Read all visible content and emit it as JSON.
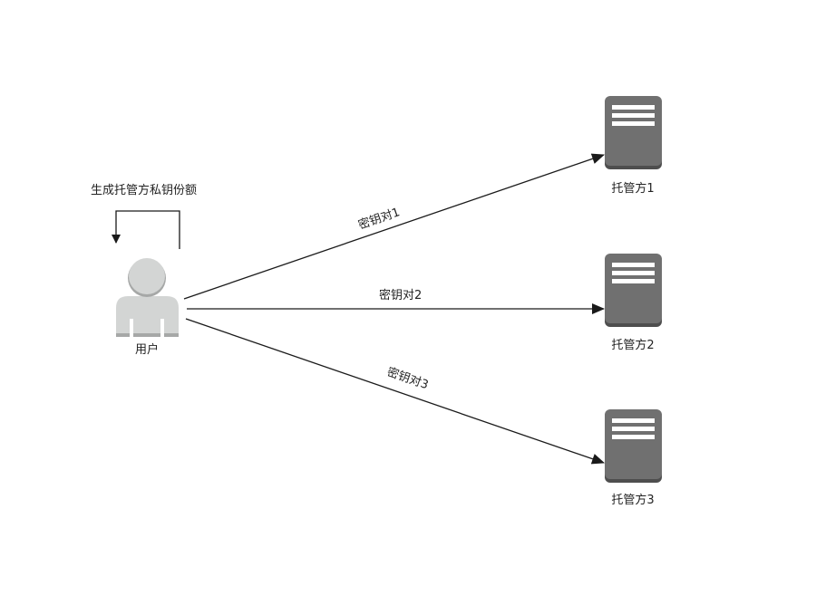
{
  "diagram": {
    "self_loop_label": "生成托管方私钥份额",
    "user": {
      "label": "用户",
      "icon": "user-icon"
    },
    "custodians": [
      {
        "label": "托管方1",
        "icon": "server-icon"
      },
      {
        "label": "托管方2",
        "icon": "server-icon"
      },
      {
        "label": "托管方3",
        "icon": "server-icon"
      }
    ],
    "edges": [
      {
        "from": "用户",
        "to": "托管方1",
        "label": "密钥对1"
      },
      {
        "from": "用户",
        "to": "托管方2",
        "label": "密钥对2"
      },
      {
        "from": "用户",
        "to": "托管方3",
        "label": "密钥对3"
      }
    ],
    "colors": {
      "user_fill": "#d3d5d4",
      "user_shade": "#a6a8a7",
      "server_fill": "#707070",
      "server_shade": "#4e4e4e",
      "line": "#1a1a1a"
    }
  }
}
